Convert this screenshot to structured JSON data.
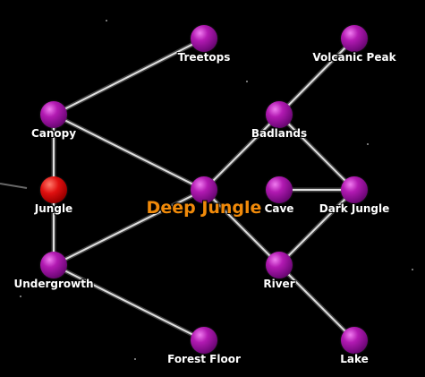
{
  "map": {
    "title": "Deep Jungle",
    "colors": {
      "background": "#000000",
      "node": "#9a129a",
      "current_node": "#d00000",
      "edge": "#bdbdbd",
      "title": "#f08a0a",
      "label": "#ffffff"
    },
    "current_location": "jungle",
    "locations": [
      {
        "id": "treetops",
        "label": "Treetops"
      },
      {
        "id": "volcanic-peak",
        "label": "Volcanic Peak"
      },
      {
        "id": "canopy",
        "label": "Canopy"
      },
      {
        "id": "badlands",
        "label": "Badlands"
      },
      {
        "id": "jungle",
        "label": "Jungle"
      },
      {
        "id": "deep-jungle",
        "label": ""
      },
      {
        "id": "cave",
        "label": "Cave"
      },
      {
        "id": "dark-jungle",
        "label": "Dark Jungle"
      },
      {
        "id": "undergrowth",
        "label": "Undergrowth"
      },
      {
        "id": "river",
        "label": "River"
      },
      {
        "id": "forest-floor",
        "label": "Forest Floor"
      },
      {
        "id": "lake",
        "label": "Lake"
      }
    ],
    "connections": [
      [
        "treetops",
        "canopy"
      ],
      [
        "canopy",
        "jungle"
      ],
      [
        "canopy",
        "deep-jungle"
      ],
      [
        "jungle",
        "undergrowth"
      ],
      [
        "undergrowth",
        "deep-jungle"
      ],
      [
        "undergrowth",
        "forest-floor"
      ],
      [
        "deep-jungle",
        "badlands"
      ],
      [
        "deep-jungle",
        "river"
      ],
      [
        "badlands",
        "volcanic-peak"
      ],
      [
        "badlands",
        "dark-jungle"
      ],
      [
        "cave",
        "dark-jungle"
      ],
      [
        "dark-jungle",
        "river"
      ],
      [
        "river",
        "lake"
      ]
    ]
  }
}
